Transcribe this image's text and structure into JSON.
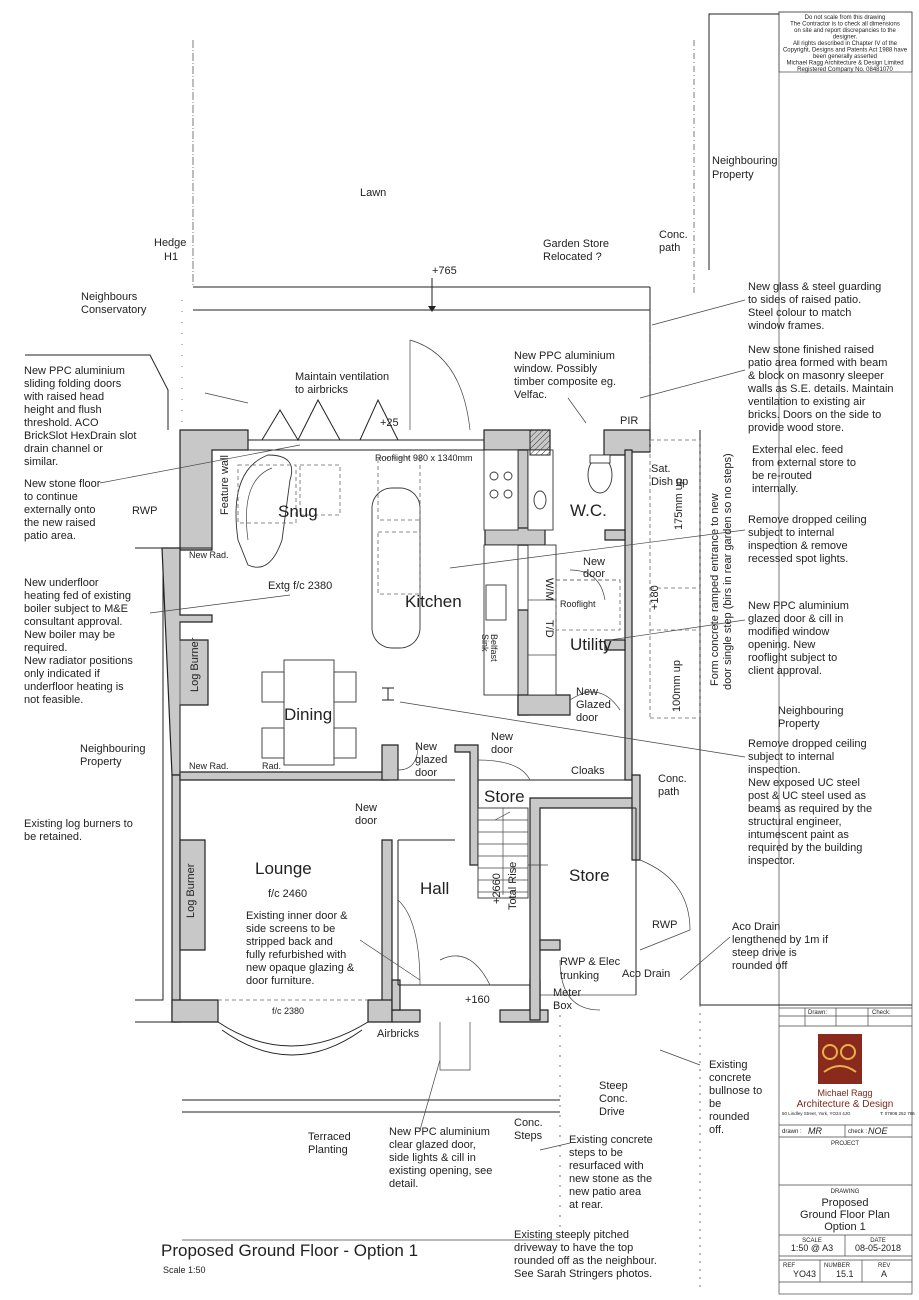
{
  "title_block": {
    "disclaimer": [
      "Do not scale from this drawing",
      "The Contractor is to check all dimensions",
      "on site and report discrepancies to the",
      "designer.",
      "All rights described in Chapter IV of the",
      "Copyright, Designs and Patents Act 1988 have",
      "been generally asserted",
      "Michael Ragg Architecture & Design Limited",
      "Registered Company No. 08481070"
    ],
    "revision_headers": {
      "drawn": "Drawn:",
      "check": "Check:"
    },
    "company_name": "Michael Ragg",
    "company_sub": "Architecture & Design",
    "company_address": "60 Lindley Street, York, YO24 4JG",
    "company_tel": "T: 07908 252 786",
    "drawn_label": "drawn :",
    "drawn_value": "MR",
    "check_label": "check :",
    "check_value": "NOE",
    "project_label": "PROJECT",
    "drawing_label": "DRAWING",
    "drawing_title": [
      "Proposed",
      "Ground Floor Plan",
      "Option 1"
    ],
    "scale_label": "SCALE",
    "scale_value": "1:50 @ A3",
    "date_label": "DATE",
    "date_value": "08-05-2018",
    "ref_label": "REF",
    "ref_value": "YO43",
    "number_label": "NUMBER",
    "number_value": "15.1",
    "rev_label": "REV",
    "rev_value": "A"
  },
  "drawing": {
    "title": "Proposed Ground Floor - Option 1",
    "scale": "Scale 1:50"
  },
  "rooms": {
    "snug": "Snug",
    "kitchen": "Kitchen",
    "wc": "W.C.",
    "utility": "Utility",
    "dining": "Dining",
    "lounge": "Lounge",
    "hall": "Hall",
    "store_upper": "Store",
    "store_lower": "Store"
  },
  "labels": {
    "lawn": "Lawn",
    "hedge": [
      "Hedge",
      "H1"
    ],
    "neighbours_conservatory": [
      "Neighbours",
      "Conservatory"
    ],
    "garden_store": [
      "Garden Store",
      "Relocated ?"
    ],
    "conc_path_top": [
      "Conc.",
      "path"
    ],
    "conc_path_mid": [
      "Conc.",
      "path"
    ],
    "neighbouring_property_top": [
      "Neighbouring",
      "Property"
    ],
    "neighbouring_property_left": [
      "Neighbouring",
      "Property"
    ],
    "neighbouring_property_right": [
      "Neighbouring",
      "Property"
    ],
    "level_765": "+765",
    "level_25": "+25",
    "level_180": "+180",
    "level_160": "+160",
    "level_2660": "+2660",
    "total_rise": "Total Rise",
    "pir": "PIR",
    "rwp_left": "RWP",
    "rwp_right": "RWP",
    "rooflight": "Rooflight 980 x 1340mm",
    "rooflight_small": "Rooflight",
    "extg_fc": "Extg f/c 2380",
    "fc_2460": "f/c 2460",
    "fc_2380": "f/c 2380",
    "feature_wall": "Feature wall",
    "new_rad_upper": "New Rad.",
    "new_rad_lower": "New Rad.",
    "rad": "Rad.",
    "log_burner_upper": "Log Burner",
    "log_burner_lower": "Log Burner",
    "belfast_sink": [
      "Belfast",
      "Sink"
    ],
    "wm": "W/M",
    "td": "T/D",
    "sat_dish": [
      "Sat.",
      "Dish up"
    ],
    "up_175": "175mm up",
    "up_100": "100mm up",
    "ramp": [
      "Form concrete ramped entrance to new",
      "door single step (birs in rear garden so no steps)"
    ],
    "new_door_wc": [
      "New",
      "door"
    ],
    "new_glazed_door_utility": [
      "New",
      "Glazed",
      "door"
    ],
    "new_glazed_door_hall": [
      "New",
      "glazed",
      "door"
    ],
    "new_door_store": [
      "New",
      "door"
    ],
    "new_door_lounge": [
      "New",
      "door"
    ],
    "cloaks": "Cloaks",
    "airbricks": "Airbricks",
    "rwp_elec": [
      "RWP & Elec",
      "trunking"
    ],
    "meter_box": [
      "Meter",
      "Box"
    ],
    "aco_drain_label": "Aco Drain",
    "steep_drive": [
      "Steep",
      "Conc.",
      "Drive"
    ],
    "conc_steps": [
      "Conc.",
      "Steps"
    ],
    "terraced_planting": [
      "Terraced",
      "Planting"
    ]
  },
  "notes": {
    "sliding_doors": [
      "New PPC aluminium",
      "sliding folding doors",
      "with raised head",
      "height and flush",
      "threshold.  ACO",
      "BrickSlot HexDrain slot",
      "drain channel or",
      "similar."
    ],
    "ventilation": [
      "Maintain ventilation",
      "to airbricks"
    ],
    "new_window": [
      "New PPC aluminium",
      "window. Possibly",
      "timber composite eg.",
      "Velfac."
    ],
    "glass_guarding": [
      "New glass & steel guarding",
      "to sides of raised patio.",
      "Steel colour to match",
      "window frames."
    ],
    "stone_patio": [
      "New stone finished raised",
      "patio area formed with beam",
      "& block on masonry sleeper",
      "walls as S.E. details. Maintain",
      "ventilation to existing air",
      "bricks.  Doors on the side to",
      "provide wood store."
    ],
    "stone_floor": [
      "New stone floor",
      "to continue",
      "externally onto",
      "the new raised",
      "patio area."
    ],
    "elec_feed": [
      "External elec. feed",
      "from external store to",
      "be re-routed",
      "internally."
    ],
    "dropped_ceiling_1": [
      "Remove dropped ceiling",
      "subject to internal",
      "inspection & remove",
      "recessed spot lights."
    ],
    "underfloor": [
      "New underfloor",
      "heating fed of existing",
      "boiler subject to M&E",
      "consultant approval.",
      "New boiler may be",
      "required.",
      "New radiator positions",
      "only indicated if",
      "underfloor heating is",
      "not feasible."
    ],
    "glazed_door_cill": [
      "New PPC aluminium",
      "glazed door & cill in",
      "modified window",
      "opening. New",
      "rooflight subject to",
      "client approval."
    ],
    "dropped_ceiling_2": [
      "Remove dropped ceiling",
      "subject to internal",
      "inspection.",
      "New exposed UC steel",
      "post & UC steel used as",
      "beams as required by the",
      "structural engineer,",
      "intumescent paint as",
      "required by the building",
      "inspector."
    ],
    "log_burners": [
      "Existing log burners to",
      "be retained."
    ],
    "inner_door": [
      "Existing inner door &",
      "side screens to be",
      "stripped back and",
      "fully refurbished with",
      "new opaque glazing &",
      "door furniture."
    ],
    "aco_drain": [
      "Aco Drain",
      "lengthened by 1m if",
      "steep drive is",
      "rounded off"
    ],
    "bullnose": [
      "Existing",
      "concrete",
      "bullnose to",
      "be",
      "rounded",
      "off."
    ],
    "clear_glazed_door": [
      "New PPC aluminium",
      "clear glazed door,",
      "side lights & cill in",
      "existing opening, see",
      "detail."
    ],
    "concrete_steps": [
      "Existing concrete",
      "steps to be",
      "resurfaced with",
      "new stone as the",
      "new patio area",
      "at rear."
    ],
    "driveway": [
      "Existing steeply pitched",
      "driveway to have the top",
      "rounded off as the neighbour.",
      "See Sarah Stringers photos."
    ]
  }
}
